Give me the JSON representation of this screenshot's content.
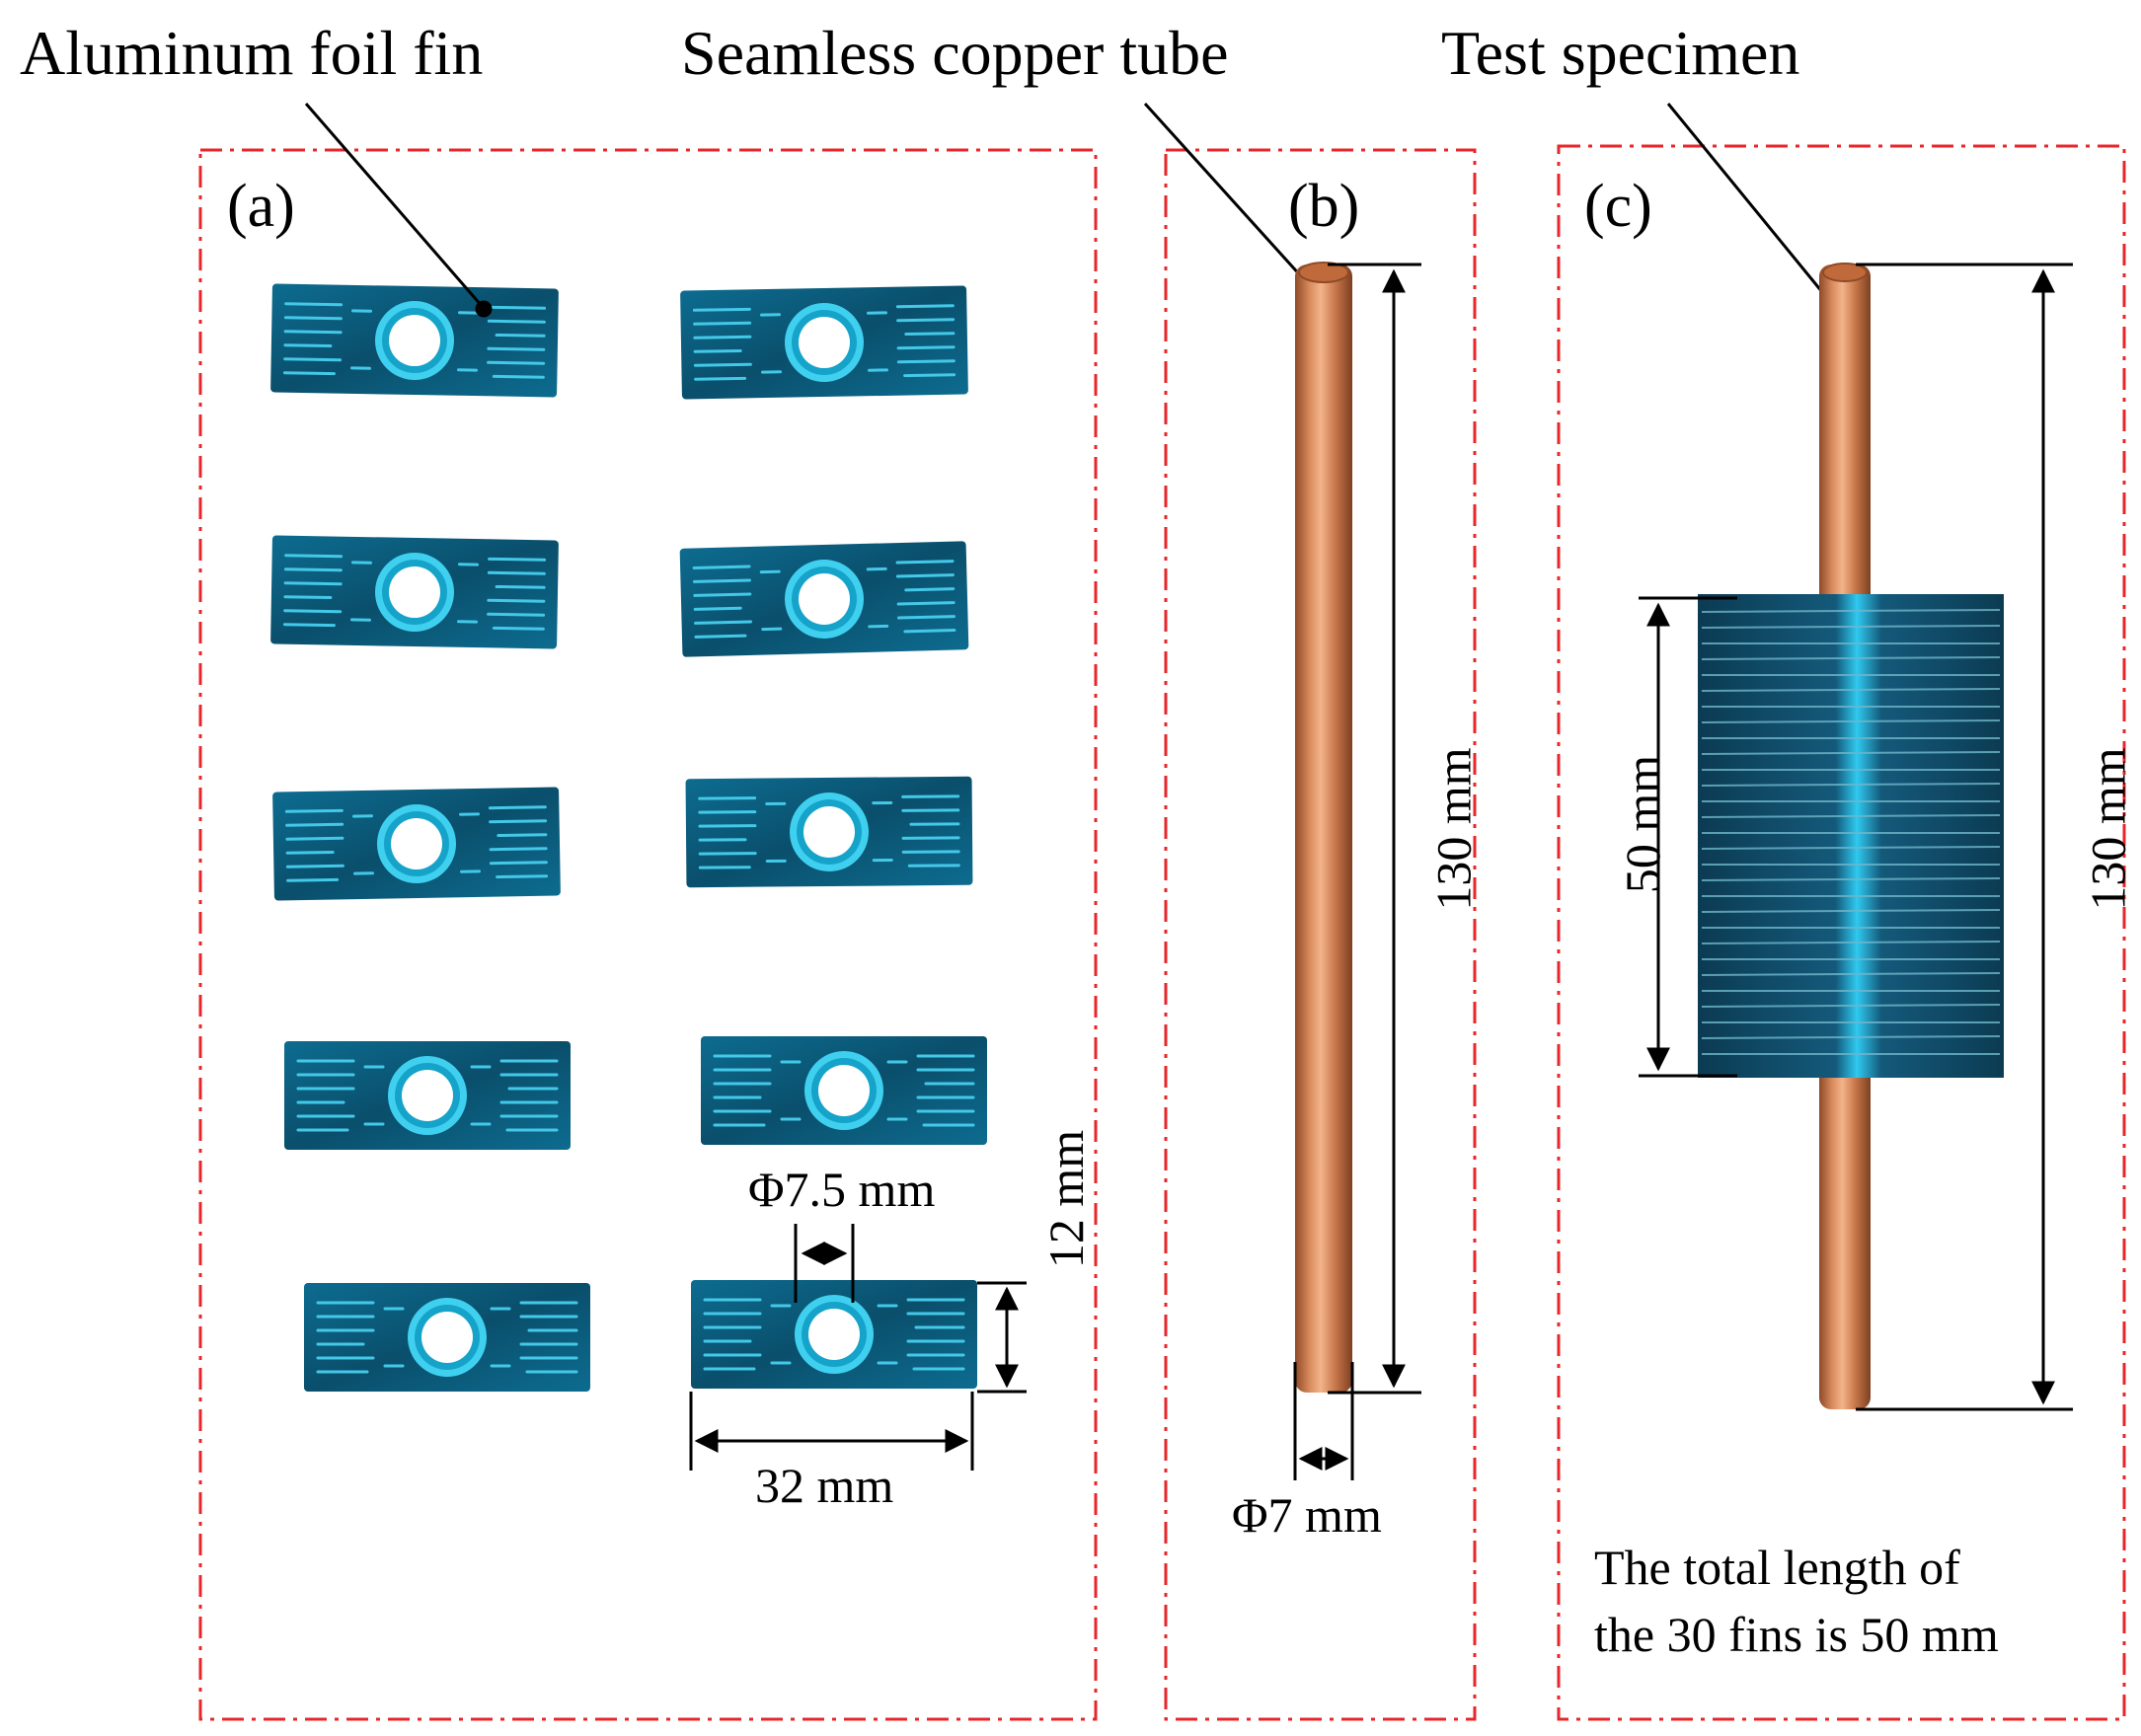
{
  "callouts": {
    "fin": "Aluminum foil fin",
    "tube": "Seamless copper tube",
    "specimen": "Test specimen"
  },
  "panels": {
    "a": "(a)",
    "b": "(b)",
    "c": "(c)"
  },
  "dimensions": {
    "hole_diameter": "Φ7.5 mm",
    "fin_height": "12 mm",
    "fin_width": "32 mm",
    "tube_length_b": "130 mm",
    "tube_diameter": "Φ7 mm",
    "stack_length": "50 mm",
    "tube_length_c": "130 mm"
  },
  "note": {
    "line1": "The total length of",
    "line2": "the 30 fins is 50 mm"
  },
  "colors": {
    "frame": "#e8262a",
    "fin": "#0b5f80",
    "fin_highlight": "#31c4e6",
    "copper": "#c8774a"
  }
}
